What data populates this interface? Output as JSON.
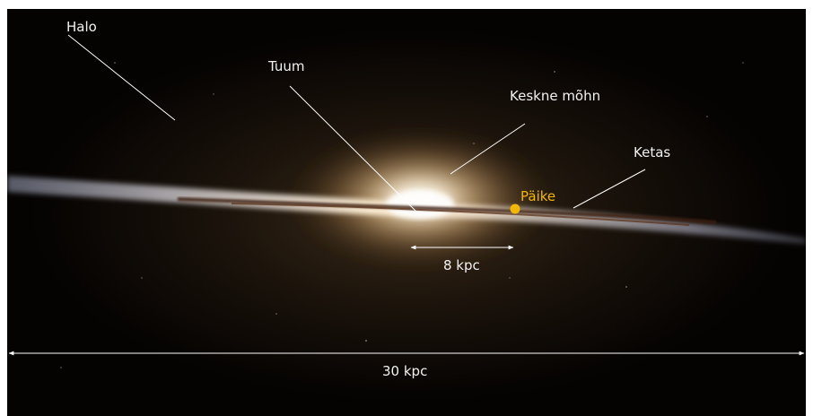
{
  "labels": {
    "halo": "Halo",
    "nucleus": "Tuum",
    "bulge": "Keskne mõhn",
    "disk": "Ketas",
    "sun": "Päike"
  },
  "scales": {
    "sun_distance": "8 kpc",
    "galaxy_diameter": "30 kpc"
  },
  "colors": {
    "background": "#050302",
    "label_text": "#f2f2f2",
    "sun_marker": "#f2b705",
    "pointer_lines": "#ffffff"
  }
}
